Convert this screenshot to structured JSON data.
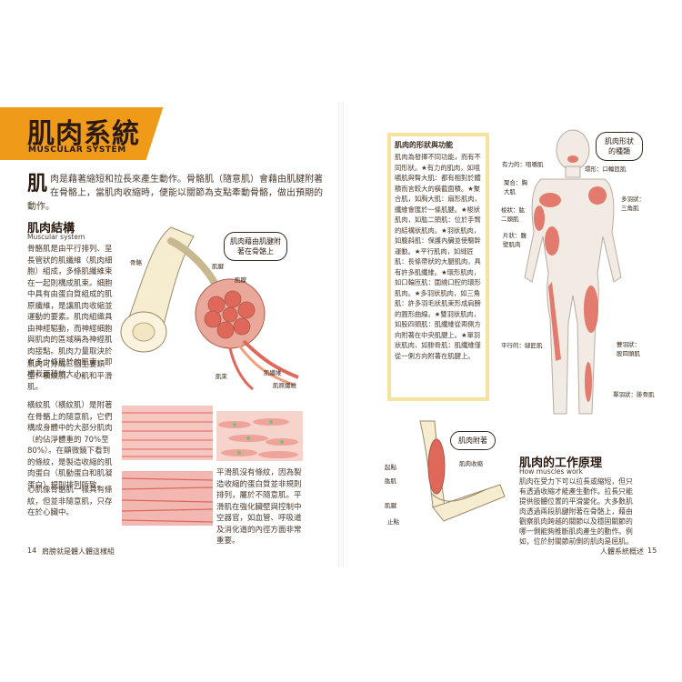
{
  "page": {
    "title": "肌肉系統",
    "subtitle": "MUSCULAR SYSTEM",
    "intro_dropcap": "肌",
    "intro_text": "肉是藉著縮短和拉長來產生動作。骨骼肌（隨意肌）會藉由肌腱附著在骨骼上，當肌肉收縮時，便能以關節為支點牽動骨骼，做出預期的動作。"
  },
  "structure": {
    "heading": "肌肉結構",
    "heading_en": "Muscular system",
    "para1": "骨骼肌是由平行排列、呈長管狀的肌纖維（肌肉細胞）組成，多條肌纖維束在一起則構成肌束。細胞中具有由蛋白質組成的肌原纖維，是讓肌肉收縮並運動的要素。肌肉組織具由神經驅動，而神經細胞與肌肉的區域稱為神經肌肉接點。肌肉力量取決於有多少條肌於的肌束，即構截面積的大小。",
    "para2": "肌肉可分成三個主要類型：橫紋肌、心肌和平滑肌。",
    "para3": "橫紋肌（橫紋肌）是附著在骨骼上的隨意肌，它們構成身體中的大部分肌肉（約佔淨體重的 70%至 80%）。在顯微鏡下看到的條紋，是製造收縮的肌肉蛋白（肌動蛋白和肌凝蛋白）規則排列所致。",
    "para4": "心肌像骨骼肌一樣具有條紋，但並非隨意肌，只存在於心臟中。",
    "para5": "平滑肌沒有條紋，因為製造收縮的蛋白質並非規則排列，屬於不隨意肌。平滑肌在強化臟壁與控制中空器官，如血管、呼吸道及消化道的內徑方面非常重要。",
    "callout": "肌肉藉由肌腱附著在骨骼上",
    "labels": {
      "bone": "骨骼",
      "tendon": "肌腱",
      "perimysium": "肌膜",
      "fascicle": "肌束",
      "muscle_fiber": "肌纖維",
      "myofibril": "肌原纖維"
    }
  },
  "shapes_box": {
    "title": "肌肉的形狀與功能",
    "text": "肌肉為發揮不同功能，而有不同形狀。★有力的肌肉，如咀嚼肌與臀大肌：都有相對於體積而言較大的橫截面積。★聚合肌，如胸大肌：扇形肌肉，纖維會匯於一條肌腱。★梭狀肌肉，如肱二頭肌：位於手臂的結構狀肌肉。★羽狀肌肉，如腹斜肌：保護內臟並使驅幹運動。★平行肌肉，如縫匠肌：長條帶狀的大腿肌肉，具有許多肌纖維。★環形肌肉，如口輪匝肌：圍繞口腔的環形肌肉。★多羽狀肌肉，如三角肌：許多羽毛狀肌束形成肩膀的圓形曲線。★雙羽狀肌肉，如股四頭肌：肌纖維從兩側方向附著在中央肌腱上。★單羽狀肌肉，如腓骨肌：肌纖維僅從一側方向附著在肌腱上。"
  },
  "body_diagram": {
    "callout": "肌肉形狀的種類",
    "labels": {
      "masseter": "有力的：咀嚼肌",
      "orbicularis": "環形：口輪匝肌",
      "pectoralis": "聚合：胸大肌",
      "deltoid": "多羽狀：三角肌",
      "biceps": "梭狀：肱二頭肌",
      "oblique": "片狀：腹壁肌肉",
      "sartorius": "平行的：縫匠肌",
      "quadriceps": "雙羽狀：股四頭肌",
      "peroneus": "單羽狀：腓骨肌"
    }
  },
  "attachment": {
    "callout": "肌肉附著",
    "labels": {
      "origin": "起點",
      "muscle": "肱肌",
      "contraction": "肌肉收縮",
      "tendon": "肌腱",
      "insertion": "止點"
    }
  },
  "how": {
    "heading": "肌肉的工作原理",
    "heading_en": "How muscles work",
    "text": "肌肉在受力下可以拉長或縮短，但只有透過收縮才能產生動作。拉長只能提供肢體位置的平滑變化。大多數肌肉透過兩段肌腱附著在骨骼上，藉由觀察肌肉跨越的關節以及穩固關節的哪一側能夠推斷肌肉產生的動作。例如，位於肘關節前側的肌肉是屈肌。"
  },
  "footer": {
    "left_page": "14",
    "left_title": "肩膀就是體人體這樣組",
    "right_title": "人體系統概述",
    "right_page": "15"
  },
  "colors": {
    "banner": "#f09a1a",
    "muscle": "#e0685a",
    "box_border": "#f6e3a0"
  }
}
